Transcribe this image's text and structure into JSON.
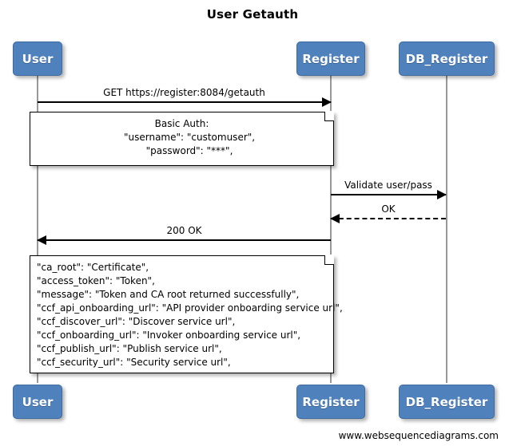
{
  "title": "User Getauth",
  "footer": {
    "credit": "www.websequencediagrams.com"
  },
  "colors": {
    "actor_fill": "#4F81BD",
    "actor_border": "#3F6AA0",
    "actor_text": "#FFFFFF",
    "lifeline": "#999999",
    "arrow": "#000000",
    "note_fill": "#FFFFFF",
    "note_border": "#000000",
    "background": "#FFFFFF"
  },
  "actors": [
    {
      "id": "user",
      "label": "User"
    },
    {
      "id": "register",
      "label": "Register"
    },
    {
      "id": "db_register",
      "label": "DB_Register"
    }
  ],
  "actors_bottom": [
    {
      "id": "user",
      "label": "User"
    },
    {
      "id": "register",
      "label": "Register"
    },
    {
      "id": "db_register",
      "label": "DB_Register"
    }
  ],
  "messages": [
    {
      "id": "m1",
      "label": "GET https://register:8084/getauth",
      "from": "User",
      "to": "Register",
      "direction": "right",
      "style": "solid"
    },
    {
      "id": "m2",
      "label": "Validate user/pass",
      "from": "Register",
      "to": "DB_Register",
      "direction": "right",
      "style": "solid"
    },
    {
      "id": "m3",
      "label": "OK",
      "from": "DB_Register",
      "to": "Register",
      "direction": "left",
      "style": "dashed"
    },
    {
      "id": "m4",
      "label": "200 OK",
      "from": "Register",
      "to": "User",
      "direction": "left",
      "style": "solid"
    }
  ],
  "notes": [
    {
      "id": "note-basic-auth",
      "over": "User to Register",
      "lines": [
        "Basic Auth:",
        "     \"username\": \"customuser\",",
        "     \"password\": \"***\","
      ]
    },
    {
      "id": "note-response-payload",
      "over": "User to Register",
      "lines": [
        "\"ca_root\": \"Certificate\",",
        "\"access_token\": \"Token\",",
        "\"message\": \"Token and CA root returned successfully\",",
        "\"ccf_api_onboarding_url\": \"API provider onboarding service url\",",
        "\"ccf_discover_url\": \"Discover service url\",",
        "\"ccf_onboarding_url\": \"Invoker onboarding service url\",",
        "\"ccf_publish_url\": \"Publish service url\",",
        "\"ccf_security_url\": \"Security service url\","
      ]
    }
  ]
}
